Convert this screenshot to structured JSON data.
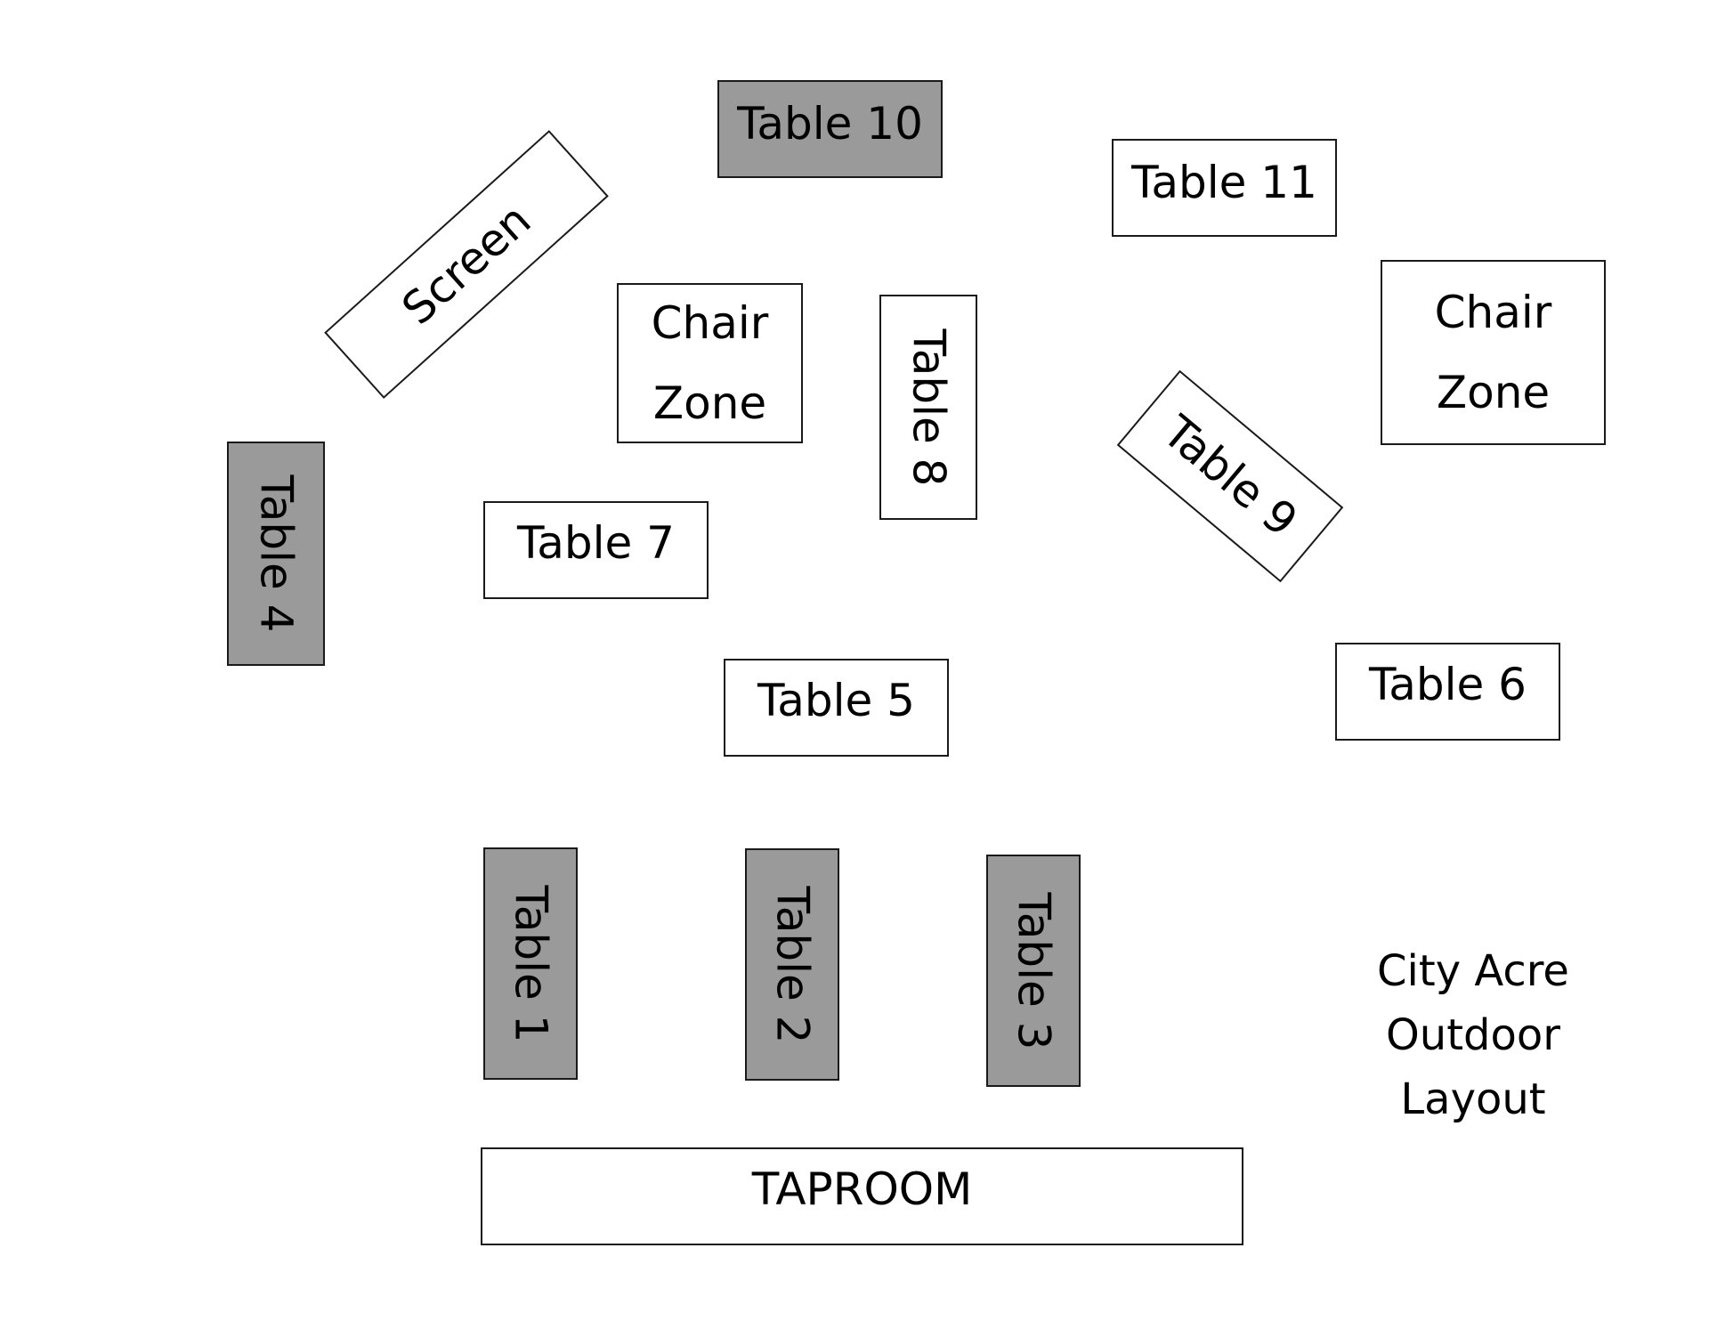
{
  "layout": {
    "screen": "Screen",
    "tables": {
      "t1": "Table 1",
      "t2": "Table 2",
      "t3": "Table 3",
      "t4": "Table 4",
      "t5": "Table 5",
      "t6": "Table 6",
      "t7": "Table 7",
      "t8": "Table 8",
      "t9": "Table 9",
      "t10": "Table 10",
      "t11": "Table 11"
    },
    "chair_zone_left": [
      "Chair",
      "Zone"
    ],
    "chair_zone_right": [
      "Chair",
      "Zone"
    ],
    "taproom": "TAPROOM",
    "caption": [
      "City Acre",
      "Outdoor",
      "Layout"
    ]
  },
  "colors": {
    "shaded_table": "#9a9a9a",
    "plain_table": "#ffffff",
    "border": "#1a1a1a"
  }
}
